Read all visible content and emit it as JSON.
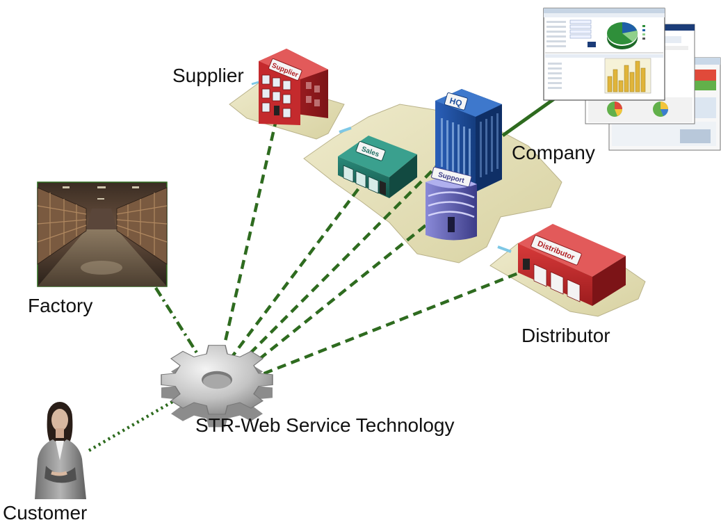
{
  "nodes": {
    "supplier": "Supplier",
    "company": "Company",
    "factory": "Factory",
    "distributor": "Distributor",
    "str": "STR-Web Service Technology",
    "customer": "Customer"
  },
  "building_signs": {
    "supplier": "Supplier",
    "hq": "HQ",
    "sales": "Sales",
    "support": "Support",
    "distributor": "Distributor"
  },
  "colors": {
    "connector": "#2e6b1f",
    "platform": "#e6e1b8",
    "supplier_building": "#c8282c",
    "sales_building": "#1f6e62",
    "hq_building": "#1e4f9e",
    "support_building": "#5a5aa8",
    "distributor_building": "#c8282c",
    "gear": "#c9c9c9"
  },
  "icons": [
    "gear-icon",
    "warehouse-photo",
    "customer-person-icon",
    "dashboard-screens"
  ]
}
